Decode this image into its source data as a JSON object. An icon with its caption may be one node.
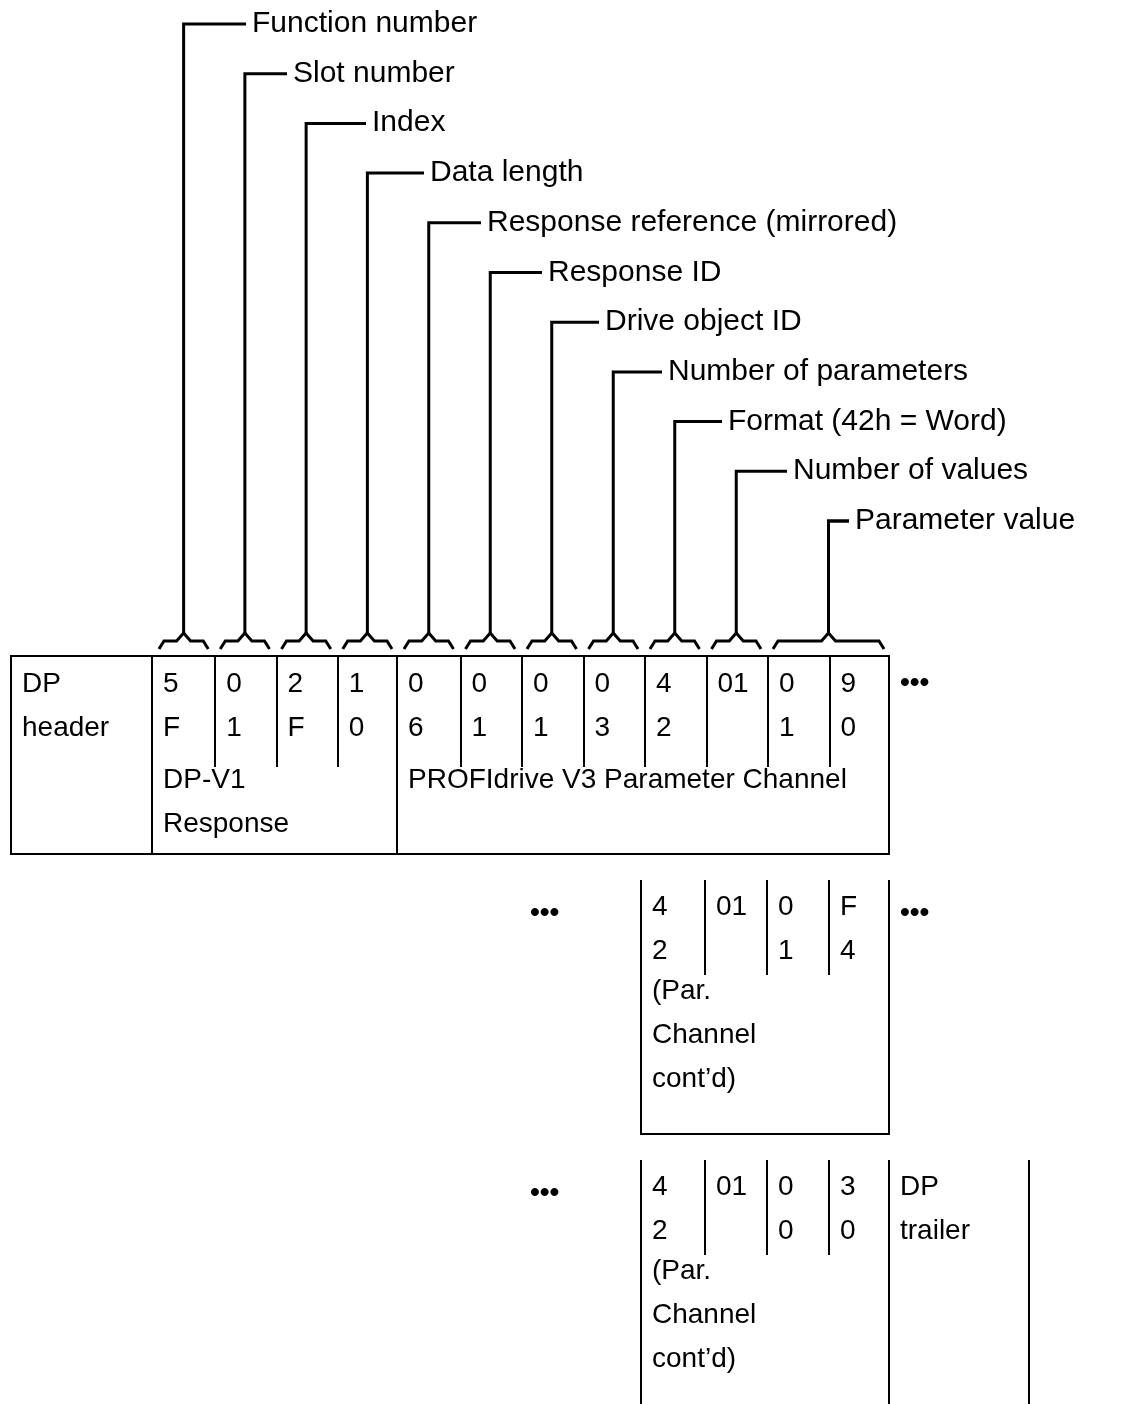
{
  "diagram": {
    "nodes": [
      {
        "text": [
          "Function number"
        ]
      },
      {
        "text": [
          "Slot number"
        ]
      },
      {
        "text": [
          "Index"
        ]
      },
      {
        "text": [
          "Data length"
        ]
      },
      {
        "text": [
          "Response reference (mirrored)"
        ]
      },
      {
        "text": [
          "Response ID"
        ]
      },
      {
        "text": [
          "Drive object ID"
        ]
      },
      {
        "text": [
          "Number of parameters"
        ]
      },
      {
        "text": [
          "Format (42h = Word)"
        ]
      },
      {
        "text": [
          "Number of values"
        ]
      },
      {
        "text": [
          "Parameter value"
        ]
      },
      {
        "text": [
          "DP header"
        ]
      },
      {
        "text": [
          "DP-V1 Response"
        ]
      },
      {
        "text": [
          "5 F"
        ],
        "in": 12
      },
      {
        "text": [
          "0 1"
        ],
        "in": 12
      },
      {
        "text": [
          "2 F"
        ],
        "in": 12
      },
      {
        "text": [
          "1 0"
        ],
        "in": 12
      },
      {
        "text": [
          "PROFIdrive V3 Parameter Channel"
        ]
      },
      {
        "text": [
          "0 6"
        ],
        "in": 17
      },
      {
        "text": [
          "0 1"
        ],
        "in": 17
      },
      {
        "text": [
          "0 1"
        ],
        "in": 17
      },
      {
        "text": [
          "0 3"
        ],
        "in": 17
      },
      {
        "text": [
          "4 2"
        ],
        "in": 17
      },
      {
        "text": [
          "01"
        ],
        "in": 17
      },
      {
        "text": [
          "0 1"
        ],
        "in": 17
      },
      {
        "text": [
          "9 0"
        ],
        "in": 17
      },
      {
        "text": [
          "(Par. Channel cont’d)"
        ]
      },
      {
        "text": [
          "4 2"
        ],
        "in": 26
      },
      {
        "text": [
          "01"
        ],
        "in": 26
      },
      {
        "text": [
          "0 1"
        ],
        "in": 26
      },
      {
        "text": [
          "F 4"
        ],
        "in": 26
      },
      {
        "text": [
          "(Par. Channel cont’d)"
        ]
      },
      {
        "text": [
          "4 2"
        ],
        "in": 31
      },
      {
        "text": [
          "01"
        ],
        "in": 31
      },
      {
        "text": [
          "0 0"
        ],
        "in": 31
      },
      {
        "text": [
          "3 0"
        ],
        "in": 31
      },
      {
        "text": [
          "DP trailer"
        ]
      }
    ],
    "edges": [
      {
        "from": 0,
        "to": 13,
        "arrow": "none"
      },
      {
        "from": 1,
        "to": 14,
        "arrow": "none"
      },
      {
        "from": 2,
        "to": 15,
        "arrow": "none"
      },
      {
        "from": 3,
        "to": 16,
        "arrow": "none"
      },
      {
        "from": 4,
        "to": 18,
        "arrow": "none"
      },
      {
        "from": 5,
        "to": 19,
        "arrow": "none"
      },
      {
        "from": 6,
        "to": 20,
        "arrow": "none"
      },
      {
        "from": 7,
        "to": 21,
        "arrow": "none"
      },
      {
        "from": 8,
        "to": 22,
        "arrow": "none"
      },
      {
        "from": 9,
        "to": 23,
        "arrow": "none"
      },
      {
        "from": 10,
        "to": 24,
        "arrow": "none"
      },
      {
        "from": 10,
        "to": 25,
        "arrow": "none"
      }
    ],
    "labels": [
      "•••",
      "•••",
      "•••",
      "•••"
    ]
  }
}
